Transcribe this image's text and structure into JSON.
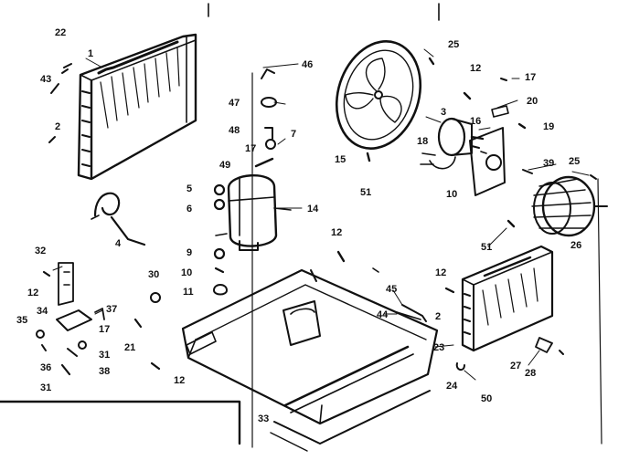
{
  "callouts": {
    "c1": "1",
    "c2": "2",
    "c2b": "2",
    "c3": "3",
    "c4": "4",
    "c5": "5",
    "c6": "6",
    "c7": "7",
    "c9": "9",
    "c10a": "10",
    "c10b": "10",
    "c11": "11",
    "c12a": "12",
    "c12b": "12",
    "c12c": "12",
    "c12d": "12",
    "c12e": "12",
    "c14": "14",
    "c15": "15",
    "c16": "16",
    "c17a": "17",
    "c17b": "17",
    "c18": "18",
    "c19": "19",
    "c20": "20",
    "c21": "21",
    "c22": "22",
    "c23": "23",
    "c24": "24",
    "c25a": "25",
    "c25b": "25",
    "c26": "26",
    "c27": "27",
    "c28": "28",
    "c30": "30",
    "c31a": "31",
    "c31b": "31",
    "c32": "32",
    "c33": "33",
    "c34": "34",
    "c35": "35",
    "c36": "36",
    "c37": "37",
    "c38": "38",
    "c39": "39",
    "c43": "43",
    "c44": "44",
    "c45": "45",
    "c46": "46",
    "c47": "47",
    "c48": "48",
    "c49": "49",
    "c50": "50",
    "c51a": "51",
    "c51b": "51"
  },
  "colors": {
    "ink": "#111111",
    "paper": "#ffffff"
  }
}
